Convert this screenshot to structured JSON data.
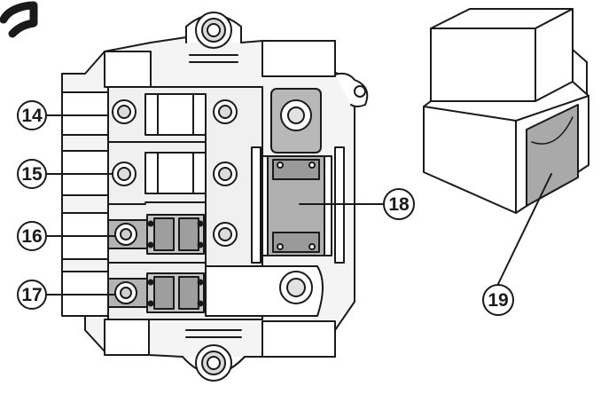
{
  "callouts": [
    {
      "id": "c14",
      "label": "14"
    },
    {
      "id": "c15",
      "label": "15"
    },
    {
      "id": "c16",
      "label": "16"
    },
    {
      "id": "c17",
      "label": "17"
    },
    {
      "id": "c18",
      "label": "18"
    },
    {
      "id": "c19",
      "label": "19"
    }
  ],
  "colors": {
    "line": "#1a1a1a",
    "fill_white": "#ffffff",
    "fill_light": "#ececec",
    "fill_mid": "#c9c9c9",
    "fill_dark": "#a8a8a8"
  }
}
